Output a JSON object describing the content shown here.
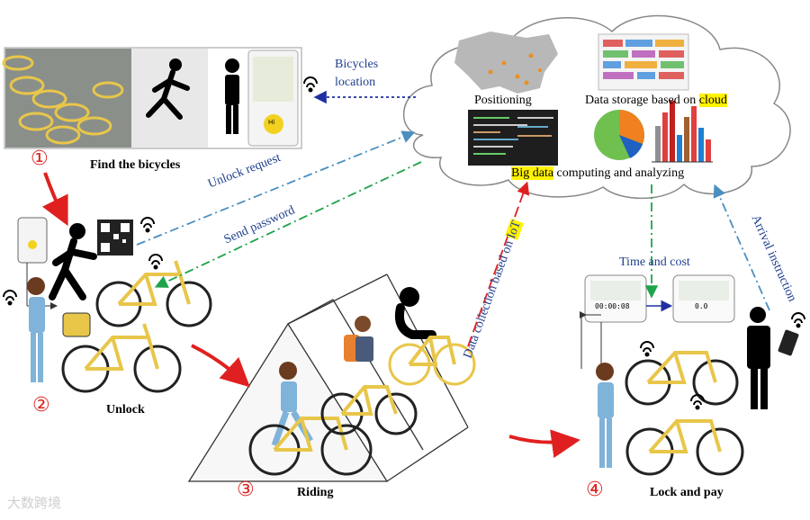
{
  "labels": {
    "find": "Find the bicycles",
    "unlock": "Unlock",
    "riding": "Riding",
    "lock_pay": "Lock and pay",
    "positioning": "Positioning",
    "storage_prefix": "Data storage based on ",
    "storage_cloud": "cloud",
    "bigdata_hl": "Big data",
    "bigdata_rest": " computing and analyzing",
    "bicycles_location_1": "Bicycles",
    "bicycles_location_2": "location",
    "unlock_request": "Unlock request",
    "send_password": "Send password",
    "data_collection_prefix": "Data collection based on ",
    "data_collection_iot": "IoT",
    "time_cost": "Time and cost",
    "arrival": "Arrival instruction"
  },
  "steps": {
    "s1": "①",
    "s2": "②",
    "s3": "③",
    "s4": "④"
  },
  "screens": {
    "left": "00:00:08",
    "right": "0.0"
  },
  "phone_top": "Hi",
  "watermark": "大数跨境",
  "colors": {
    "bike": "#e8c64a",
    "red_arrow": "#e02020",
    "blue_dash": "#4a8fc0",
    "green_dash": "#1da34a",
    "navy_dash": "#1f2fa0",
    "highlight": "#fff200"
  }
}
